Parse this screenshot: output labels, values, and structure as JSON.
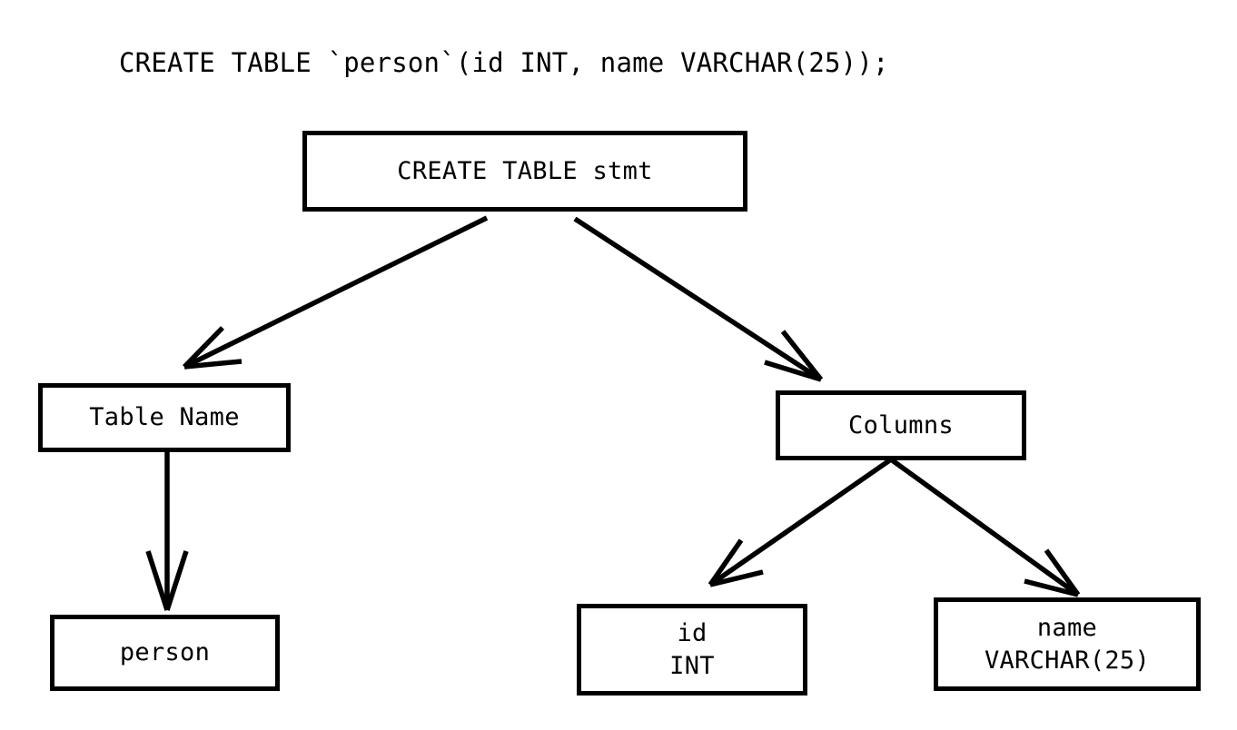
{
  "diagram": {
    "title": "CREATE TABLE `person`(id INT, name VARCHAR(25));",
    "type": "parse-tree",
    "background_color": "#ffffff",
    "stroke_color": "#000000",
    "nodes": [
      {
        "id": "root",
        "label": "CREATE TABLE stmt",
        "lines": [
          "CREATE TABLE stmt"
        ]
      },
      {
        "id": "table-name",
        "label": "Table Name",
        "lines": [
          "Table Name"
        ]
      },
      {
        "id": "columns",
        "label": "Columns",
        "lines": [
          "Columns"
        ]
      },
      {
        "id": "person",
        "label": "person",
        "lines": [
          "person"
        ]
      },
      {
        "id": "column-id",
        "label": "id INT",
        "lines": [
          "id",
          "INT"
        ]
      },
      {
        "id": "column-name",
        "label": "name VARCHAR(25)",
        "lines": [
          "name",
          "VARCHAR(25)"
        ]
      }
    ],
    "edges": [
      {
        "from": "root",
        "to": "table-name"
      },
      {
        "from": "root",
        "to": "columns"
      },
      {
        "from": "table-name",
        "to": "person"
      },
      {
        "from": "columns",
        "to": "column-id"
      },
      {
        "from": "columns",
        "to": "column-name"
      }
    ]
  }
}
